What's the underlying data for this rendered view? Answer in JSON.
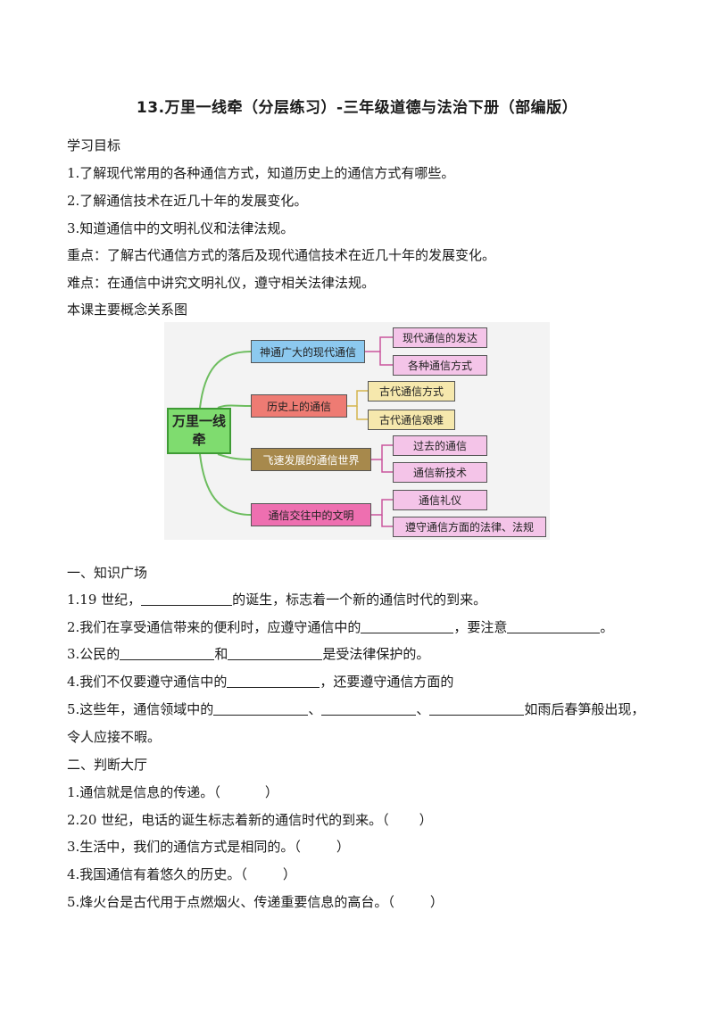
{
  "title": "13.万里一线牵（分层练习）-三年级道德与法治下册（部编版）",
  "objectives": {
    "heading": "学习目标",
    "items": [
      "1.了解现代常用的各种通信方式，知道历史上的通信方式有哪些。",
      "2.了解通信技术在近几十年的发展变化。",
      "3.知道通信中的文明礼仪和法律法规。"
    ],
    "key_point": "重点：了解古代通信方式的落后及现代通信技术在近几十年的发展变化。",
    "difficulty": "难点：在通信中讲究文明礼仪，遵守相关法律法规。",
    "map_heading": "本课主要概念关系图"
  },
  "concept_map": {
    "root": "万里一线牵",
    "branches": [
      {
        "label": "神通广大的现代通信",
        "children": [
          "现代通信的发达",
          "各种通信方式"
        ]
      },
      {
        "label": "历史上的通信",
        "children": [
          "古代通信方式",
          "古代通信艰难"
        ]
      },
      {
        "label": "飞速发展的通信世界",
        "children": [
          "过去的通信",
          "通信新技术"
        ]
      },
      {
        "label": "通信交往中的文明",
        "children": [
          "通信礼仪",
          "遵守通信方面的法律、法规"
        ]
      }
    ],
    "colors": {
      "root": "#7fdc6f",
      "branch1": "#8cc9ef",
      "branch2": "#ee7b73",
      "branch3": "#a7894c",
      "branch4": "#ee6fb0",
      "leaf_pink": "#f4c4e8",
      "leaf_yellow": "#f6e8ad",
      "connector": "#6dbd5f"
    }
  },
  "section1": {
    "heading": "一、知识广场",
    "q1": {
      "a": "1.19 世纪，",
      "b": "的诞生，标志着一个新的通信时代的到来。"
    },
    "q2": {
      "a": "2.我们在享受通信带来的便利时，应遵守通信中的",
      "b": "，要注意",
      "c": "。"
    },
    "q3": {
      "a": "3.公民的",
      "b": "和",
      "c": "是受法律保护的。"
    },
    "q4": {
      "a": "4.我们不仅要遵守通信中的",
      "b": "，还要遵守通信方面的"
    },
    "q5": {
      "a": "5.这些年，通信领域中的",
      "b": "、",
      "c": "、",
      "d": "如雨后春笋般出现，",
      "e": "令人应接不暇。"
    }
  },
  "section2": {
    "heading": "二、判断大厅",
    "items": [
      {
        "a": "1.通信就是信息的传递。（",
        "b": "）"
      },
      {
        "a": "2.20 世纪，电话的诞生标志着新的通信时代的到来。（",
        "b": "）"
      },
      {
        "a": "3.生活中，我们的通信方式是相同的。（",
        "b": "）"
      },
      {
        "a": "4.我国通信有着悠久的历史。（",
        "b": "）"
      },
      {
        "a": "5.烽火台是古代用于点燃烟火、传递重要信息的高台。（",
        "b": "）"
      }
    ]
  }
}
